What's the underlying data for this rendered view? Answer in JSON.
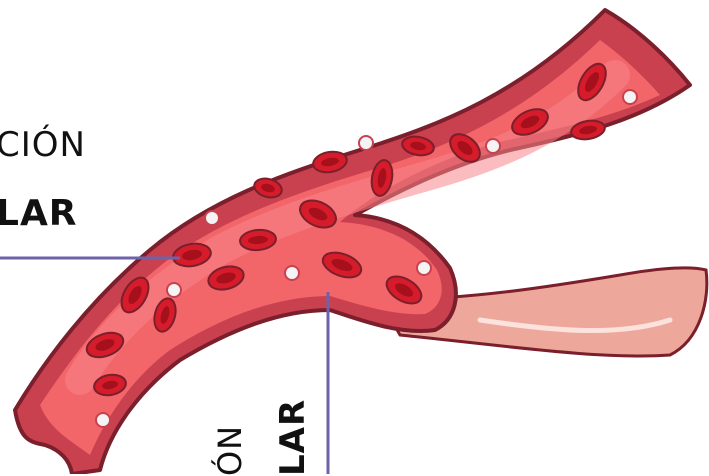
{
  "labels": {
    "callout_1": {
      "line_1": "CIÓN",
      "line_2": "LAR"
    },
    "callout_2": {
      "line_1": "ÓN",
      "line_2": "LAR"
    }
  },
  "colors": {
    "vessel_outline": "#7a1f2b",
    "vessel_wall": "#c9404f",
    "lumen": "#f2666a",
    "lumen_light": "#f7858a",
    "red_cell": "#d61c2a",
    "red_cell_center": "#a5101c",
    "white_cell": "#f4f4f4",
    "branch": "#eea79b",
    "leader_line": "#6e63a8"
  }
}
